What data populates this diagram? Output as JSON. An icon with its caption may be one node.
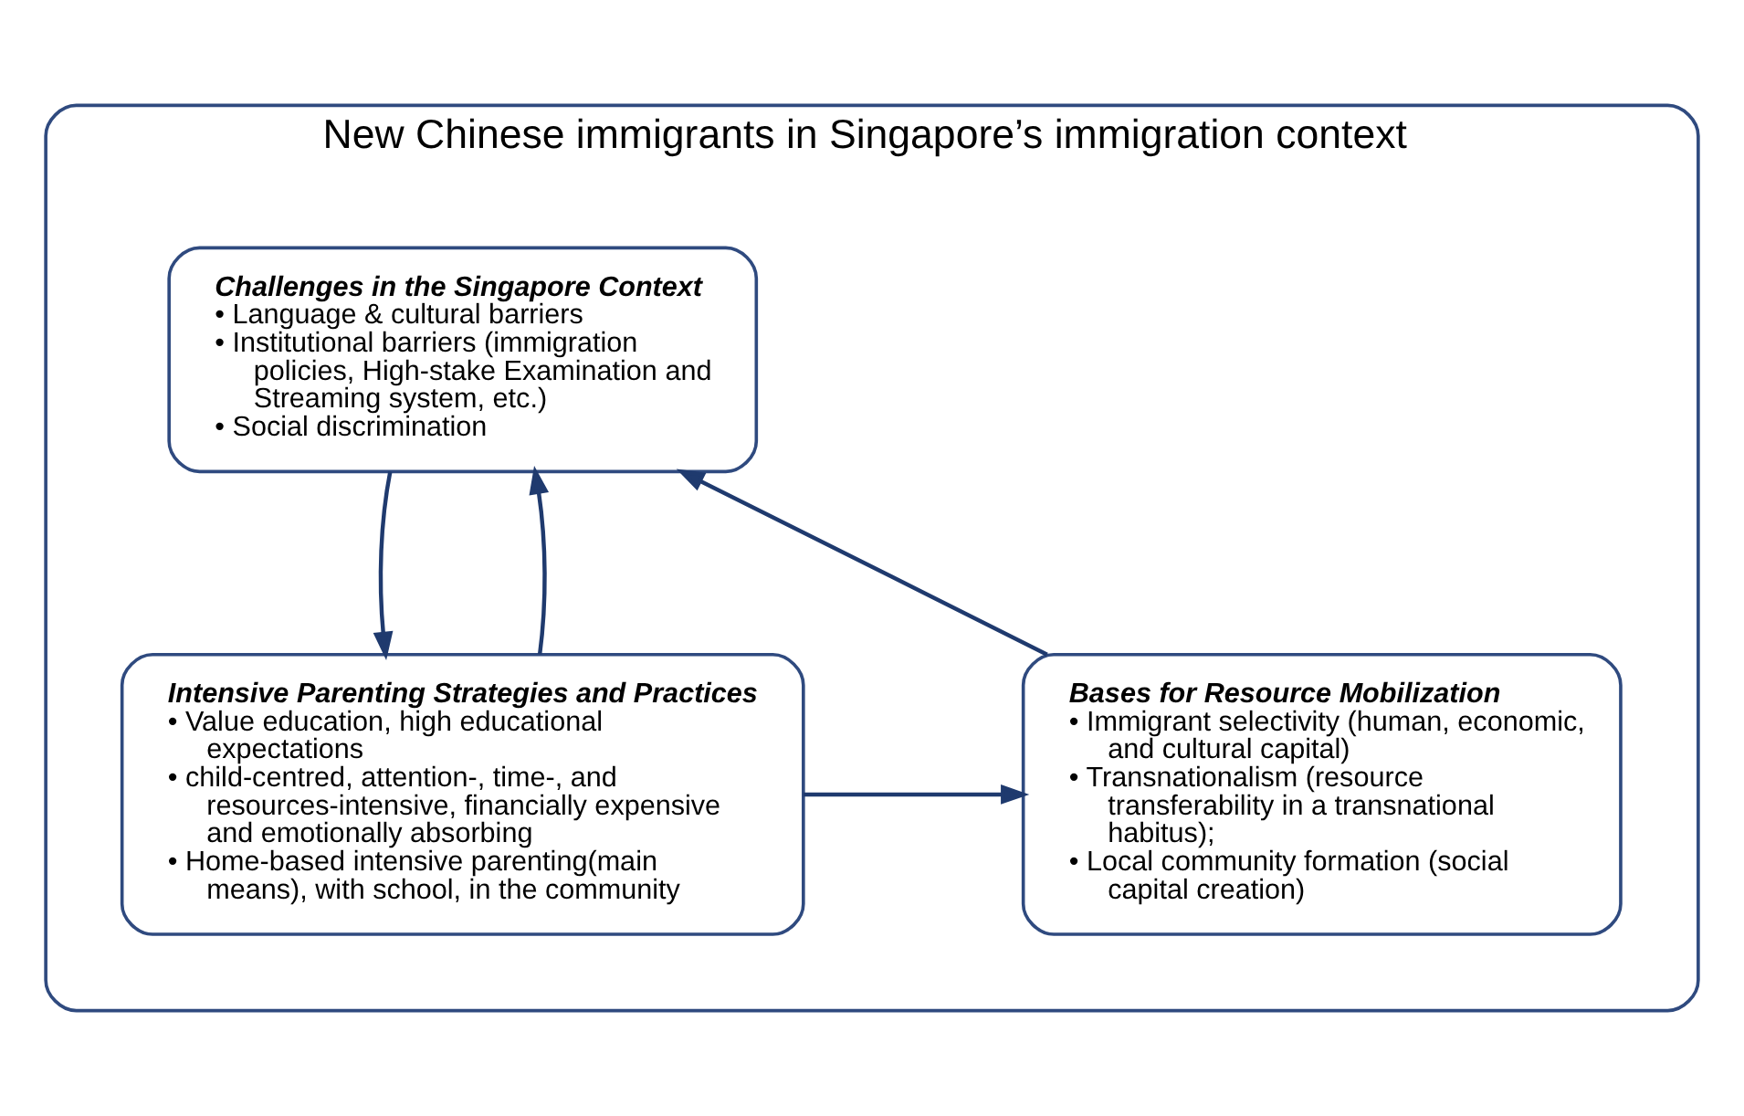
{
  "diagram": {
    "nodes": [
      {
        "text": [
          "New Chinese immigrants in Singapore’s immigration context"
        ]
      },
      {
        "text": [
          "Challenges in the Singapore Context",
          "• Language & cultural barriers",
          "• Institutional barriers (immigration policies, High-stake Examination and Streaming system, etc.)",
          "• Social discrimination"
        ],
        "in": 0
      },
      {
        "text": [
          "Intensive Parenting Strategies and Practices",
          "• Value education, high educational expectations",
          "• child-centred, attention-, time-, and resources-intensive, financially expensive and emotionally absorbing",
          "• Home-based intensive parenting(main means), with school, in the community"
        ],
        "in": 0
      },
      {
        "text": [
          "Bases for Resource Mobilization",
          "• Immigrant selectivity (human, economic, and cultural capital)",
          "• Transnationalism (resource transferability in a transnational habitus);",
          "• Local community formation (social capital creation)"
        ],
        "in": 0
      }
    ],
    "edges": [
      {
        "from": 1,
        "to": 2,
        "arrow": "to"
      },
      {
        "from": 2,
        "to": 1,
        "arrow": "to"
      },
      {
        "from": 3,
        "to": 1,
        "arrow": "to"
      },
      {
        "from": 2,
        "to": 3,
        "arrow": "to"
      }
    ]
  }
}
